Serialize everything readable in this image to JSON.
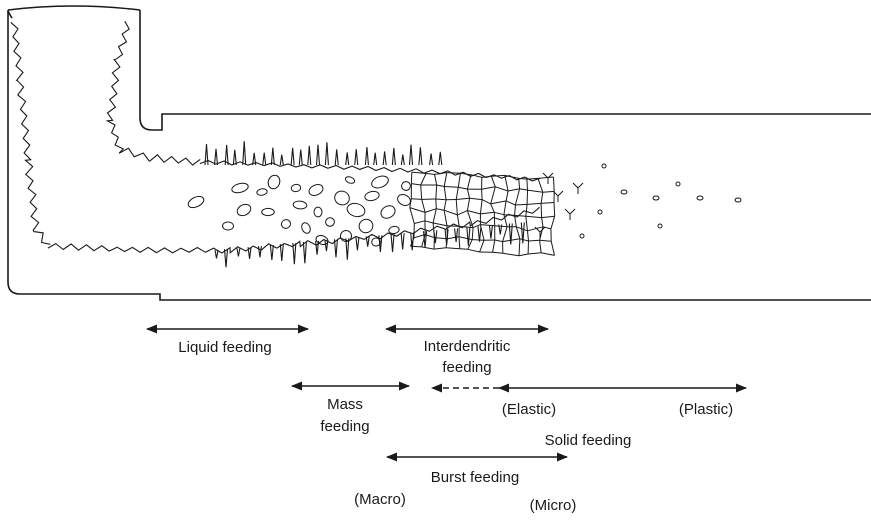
{
  "diagram": {
    "labels": {
      "liquid_feeding": "Liquid feeding",
      "interdendritic_line1": "Interdendritic",
      "interdendritic_line2": "feeding",
      "mass_line1": "Mass",
      "mass_line2": "feeding",
      "elastic": "(Elastic)",
      "plastic": "(Plastic)",
      "solid_feeding": "Solid feeding",
      "burst_feeding": "Burst feeding",
      "macro": "(Macro)",
      "micro": "(Micro)"
    },
    "colors": {
      "ink": "#1a1a1a",
      "background": "#ffffff"
    }
  }
}
